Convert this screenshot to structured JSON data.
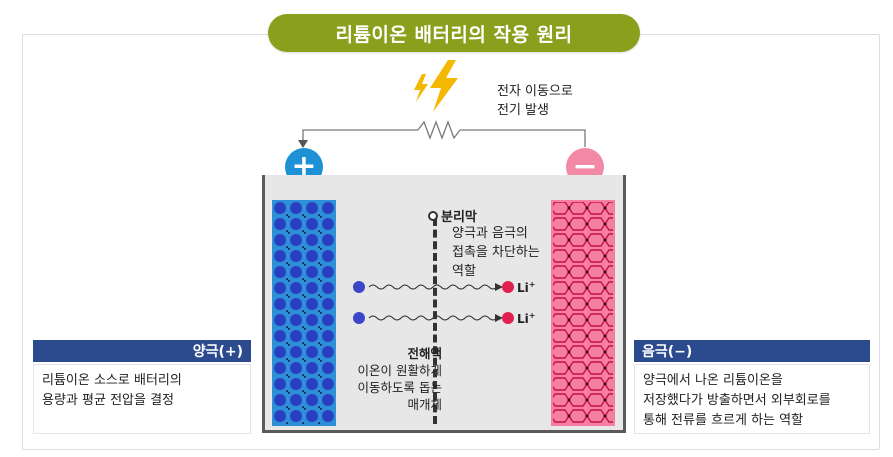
{
  "title": "리튬이온 배터리의 작용 원리",
  "annotations": {
    "electron_flow": [
      "전자 이동으로",
      "전기 발생"
    ],
    "separator_title": "분리막",
    "separator_desc": [
      "양극과 음극의",
      "접촉을 차단하는",
      "역할"
    ],
    "electrolyte_title": "전해액",
    "electrolyte_desc": [
      "이온이 원활하게",
      "이동하도록 돕는",
      "매개체"
    ],
    "ion_label": "Li",
    "ion_charge": "+"
  },
  "terminals": {
    "plus": "+",
    "minus": "−"
  },
  "cathode": {
    "header": "양극(+)",
    "desc": [
      "리튬이온 소스로 배터리의",
      "용량과 평균 전압을 결정"
    ]
  },
  "anode": {
    "header": "음극(−)",
    "desc": [
      "양극에서 나온 리튬이온을",
      "저장했다가 방출하면서 외부회로를",
      "통해 전류를 흐르게 하는 역할"
    ]
  },
  "colors": {
    "title_bg": "#8aa01c",
    "cathode": "#2f8fd6",
    "anode": "#f57fa2",
    "header_bg": "#2c4b8f",
    "electron": "#3b46c9",
    "ion": "#e0204d",
    "bolt": "#f5b800"
  }
}
